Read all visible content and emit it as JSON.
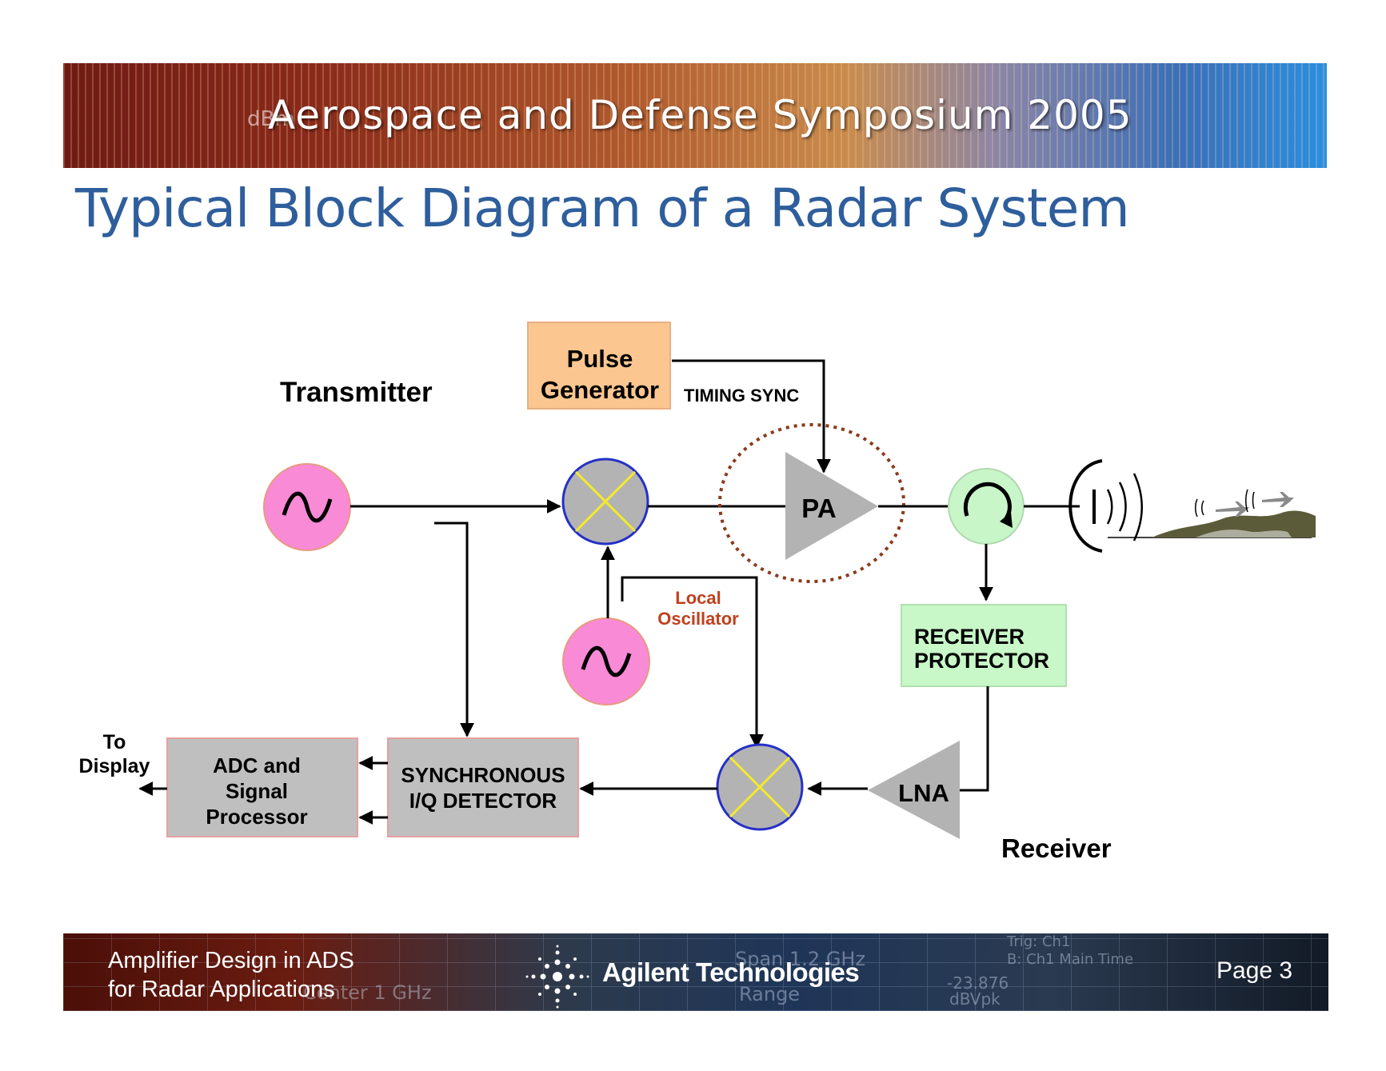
{
  "header": {
    "banner_title": "Aerospace and Defense Symposium 2005",
    "banner_unit": "dBm"
  },
  "slide": {
    "title": "Typical Block Diagram of a Radar System"
  },
  "diagram": {
    "labels": {
      "transmitter": "Transmitter",
      "receiver": "Receiver",
      "pulse_generator_line1": "Pulse",
      "pulse_generator_line2": "Generator",
      "timing_sync": "TIMING SYNC",
      "pa": "PA",
      "local_osc_line1": "Local",
      "local_osc_line2": "Oscillator",
      "receiver_protector_line1": "RECEIVER",
      "receiver_protector_line2": "PROTECTOR",
      "lna": "LNA",
      "iq_detector_line1": "SYNCHRONOUS",
      "iq_detector_line2": "I/Q DETECTOR",
      "adc_line1": "ADC and",
      "adc_line2": "Signal",
      "adc_line3": "Processor",
      "to_display_line1": "To",
      "to_display_line2": "Display"
    },
    "colors": {
      "pulse_generator_fill": "#fbc690",
      "oscillator_fill": "#f98ad6",
      "mixer_fill": "#b3b3b3",
      "mixer_ring": "#2430c8",
      "mixer_cross": "#f4ea2c",
      "amplifier_fill": "#b3b3b3",
      "circulator_fill": "#c9f6c9",
      "receiver_protector_fill": "#c8f7c8",
      "processing_box_fill": "#bfbfbf",
      "processing_box_border": "#e7a0a0",
      "pa_ring": "#8a3a1c",
      "local_osc_text": "#c0401c",
      "terrain": "#5b5b3a"
    }
  },
  "footer": {
    "course_line1": "Amplifier Design in ADS",
    "course_line2": "for Radar Applications",
    "company": "Agilent Technologies",
    "page": "Page 3",
    "scope_text": {
      "span": "Span 1.2 GHz",
      "center": "Center 1 GHz",
      "range": "Range",
      "trig": "Trig: Ch1",
      "main_time": "B: Ch1 Main Time",
      "level": "-23.876",
      "unit": "dBVpk"
    }
  }
}
